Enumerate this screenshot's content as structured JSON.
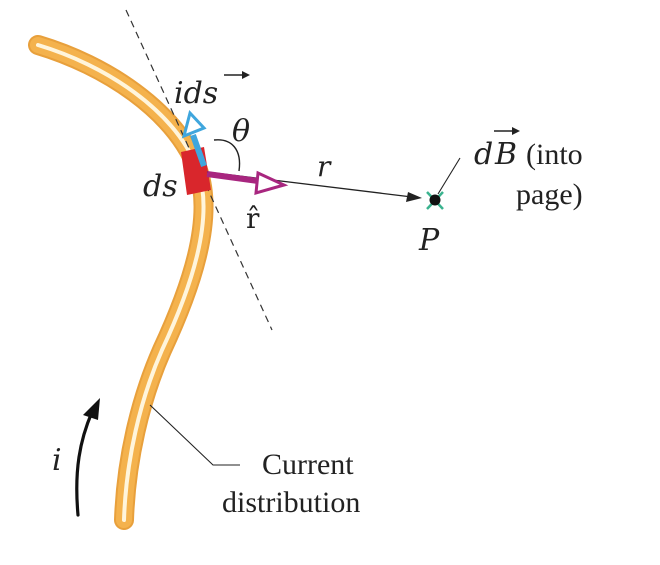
{
  "labels": {
    "ids": "ids",
    "theta": "θ",
    "ds": "ds",
    "r": "r",
    "rhat": "r̂",
    "dB_prefix": "d",
    "dB_symbol": "B",
    "dB_note_line1": "(into",
    "dB_note_line2": "page)",
    "point": "P",
    "current": "i",
    "distribution_line1": "Current",
    "distribution_line2": "distribution"
  },
  "colors": {
    "wire_fill": "#F4B24D",
    "wire_highlight": "#FFF5DC",
    "segment": "#D9262C",
    "ids_arrow": "#3FA6DD",
    "rhat_arrow": "#A8267F",
    "point_cross": "#3BB38F",
    "line": "#222222"
  }
}
